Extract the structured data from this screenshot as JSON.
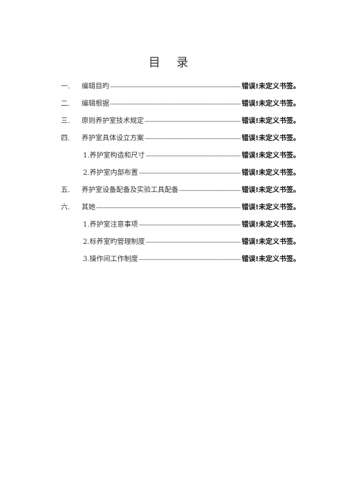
{
  "toc": {
    "title": "目 录",
    "entries": [
      {
        "num": "一.",
        "label": "编辑目旳",
        "ref": "错误!未定义书签。",
        "level": 1
      },
      {
        "num": "二.",
        "label": "编辑根据",
        "ref": "错误!未定义书签。",
        "level": 1
      },
      {
        "num": "三.",
        "label": "原则养护室技术规定",
        "ref": "错误!未定义书签。",
        "level": 1
      },
      {
        "num": "四.",
        "label": "养护室具体设立方案",
        "ref": "错误!未定义书签。",
        "level": 1
      },
      {
        "num": "",
        "label": "1.养护室构造和尺寸",
        "ref": "错误!未定义书签。",
        "level": 2
      },
      {
        "num": "",
        "label": "2.养护室内部布置",
        "ref": "错误!未定义书签。",
        "level": 2
      },
      {
        "num": "五.",
        "label": "养护室设备配备及实验工具配备",
        "ref": "错误!未定义书签。",
        "level": 1
      },
      {
        "num": "六.",
        "label": "其她",
        "ref": "错误!未定义书签。",
        "level": 1
      },
      {
        "num": "",
        "label": "1.养护室注意事项",
        "ref": "错误!未定义书签。",
        "level": 2
      },
      {
        "num": "",
        "label": "2.标养室旳管理制度",
        "ref": "错误!未定义书签。",
        "level": 2
      },
      {
        "num": "",
        "label": "3.操作间工作制度",
        "ref": "错误!未定义书签。",
        "level": 2
      }
    ]
  }
}
